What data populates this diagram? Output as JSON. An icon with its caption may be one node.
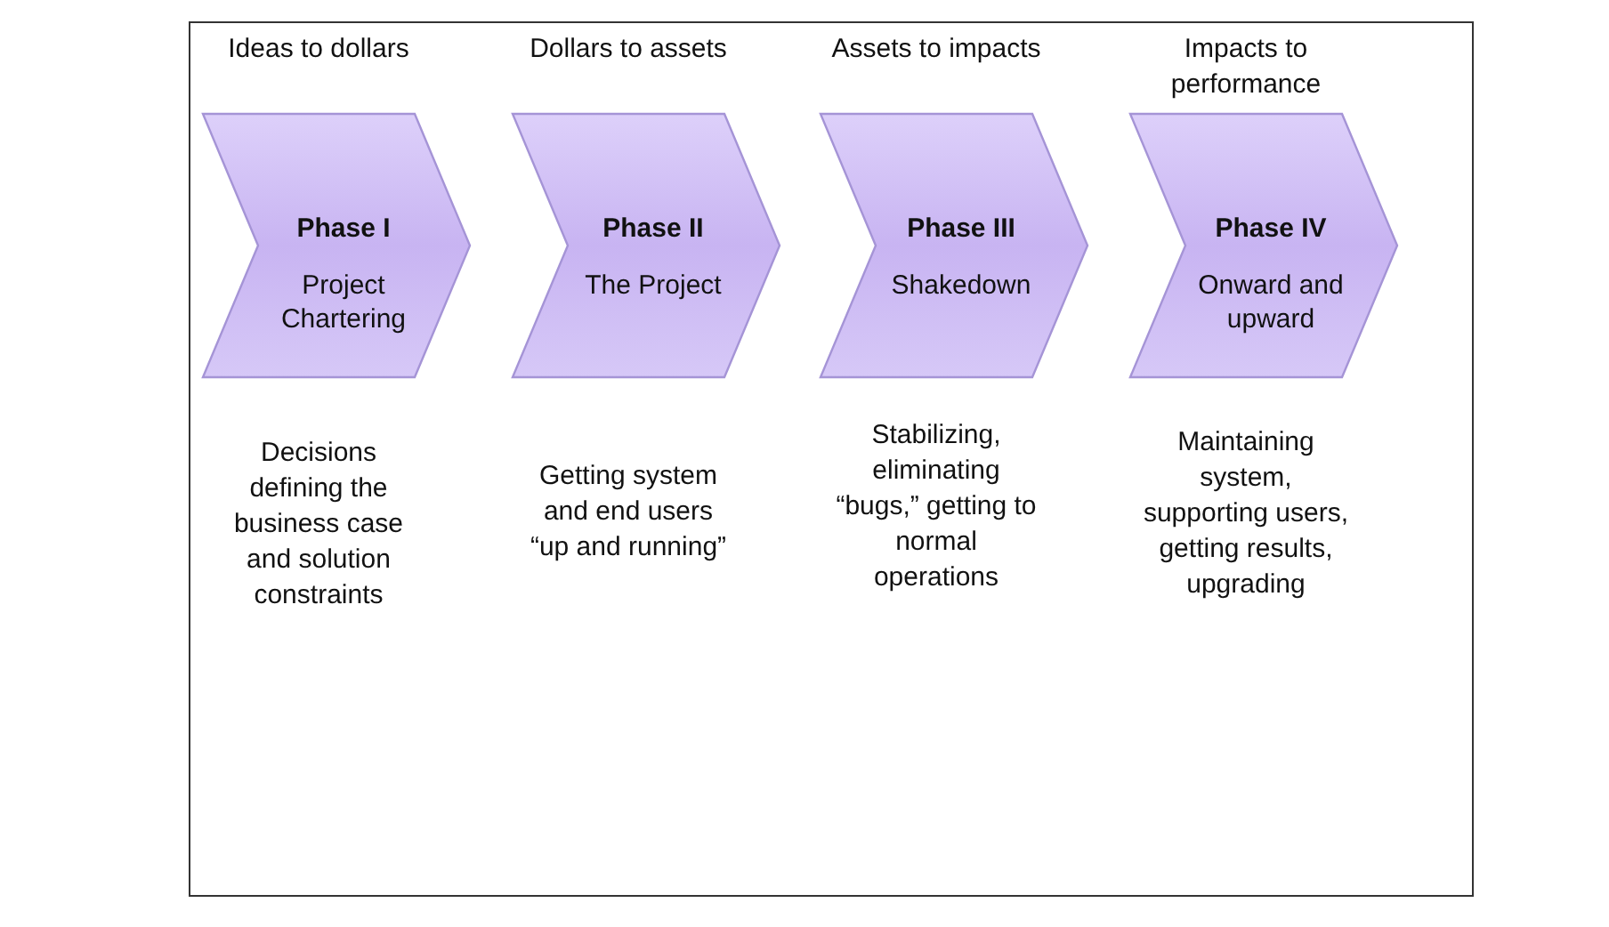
{
  "diagram": {
    "nodes": [
      {
        "text": [
          "Phase I",
          "Project Chartering"
        ],
        "beside": [
          "Ideas to dollars",
          "Decisions defining the business case and solution constraints"
        ]
      },
      {
        "text": [
          "Phase II",
          "The Project"
        ],
        "beside": [
          "Dollars to assets",
          "Getting system and end users “up and running”"
        ]
      },
      {
        "text": [
          "Phase III",
          "Shakedown"
        ],
        "beside": [
          "Assets to impacts",
          "Stabilizing, eliminating “bugs,” getting to normal operations"
        ]
      },
      {
        "text": [
          "Phase IV",
          "Onward and upward"
        ],
        "beside": [
          "Impacts to performance",
          "Maintaining system, supporting users, getting results, upgrading"
        ]
      }
    ]
  }
}
